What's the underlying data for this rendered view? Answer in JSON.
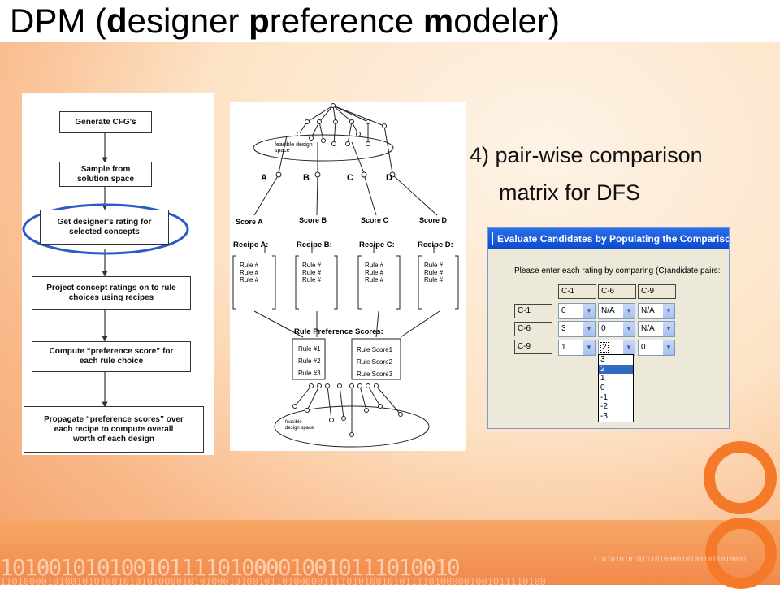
{
  "slide": {
    "title_plain1": "DPM (",
    "title_b1": "d",
    "title_plain2": "esigner ",
    "title_b2": "p",
    "title_plain3": "reference ",
    "title_b3": "m",
    "title_plain4": "odeler)",
    "point_line1": "4) pair-wise comparison",
    "point_line2": "matrix for DFS",
    "binary_big": "10100101010010111101000010010111010010",
    "binary_small": "11010101010111010000101001011010001",
    "binary_row2": "110100001010010101001010101000010101000101001011010000011110101001010111101000001001011110100"
  },
  "flowchart": {
    "steps": [
      "Generate CFG's",
      "Sample from solution space",
      "Get designer's rating for selected concepts",
      "Project concept ratings on to rule choices using recipes",
      "Compute “preference score” for each rule choice",
      "Propagate “preference scores” over each recipe to compute overall worth of each design"
    ],
    "highlight_color": "#2a5cc8"
  },
  "diagram": {
    "feasible_label": "feasible design space",
    "nodes": [
      "A",
      "B",
      "C",
      "D"
    ],
    "scores": [
      "Score A",
      "Score B",
      "Score C",
      "Score D"
    ],
    "recipes": [
      "Recipe A:",
      "Recipe B:",
      "Recipe C:",
      "Recipe D:"
    ],
    "rule_line": "Rule #",
    "rule_pref_title": "Rule Preference Scores:",
    "rule_nums": [
      "Rule #1",
      "Rule #2",
      "Rule #3"
    ],
    "rule_scores": [
      "Rule Score1",
      "Rule Score2",
      "Rule Score3"
    ]
  },
  "window": {
    "title": "Evaluate Candidates by Populating the Comparison",
    "prompt": "Please enter each rating by comparing (C)andidate pairs:",
    "cols": [
      "C-1",
      "C-6",
      "C-9"
    ],
    "rows": [
      {
        "label": "C-1",
        "values": [
          "0",
          "N/A",
          "N/A"
        ]
      },
      {
        "label": "C-6",
        "values": [
          "3",
          "0",
          "N/A"
        ]
      },
      {
        "label": "C-9",
        "values": [
          "1",
          "2",
          "0"
        ]
      }
    ],
    "dropdown_options": [
      "3",
      "2",
      "1",
      "0",
      "-1",
      "-2",
      "-3"
    ],
    "dropdown_selected": "2"
  }
}
